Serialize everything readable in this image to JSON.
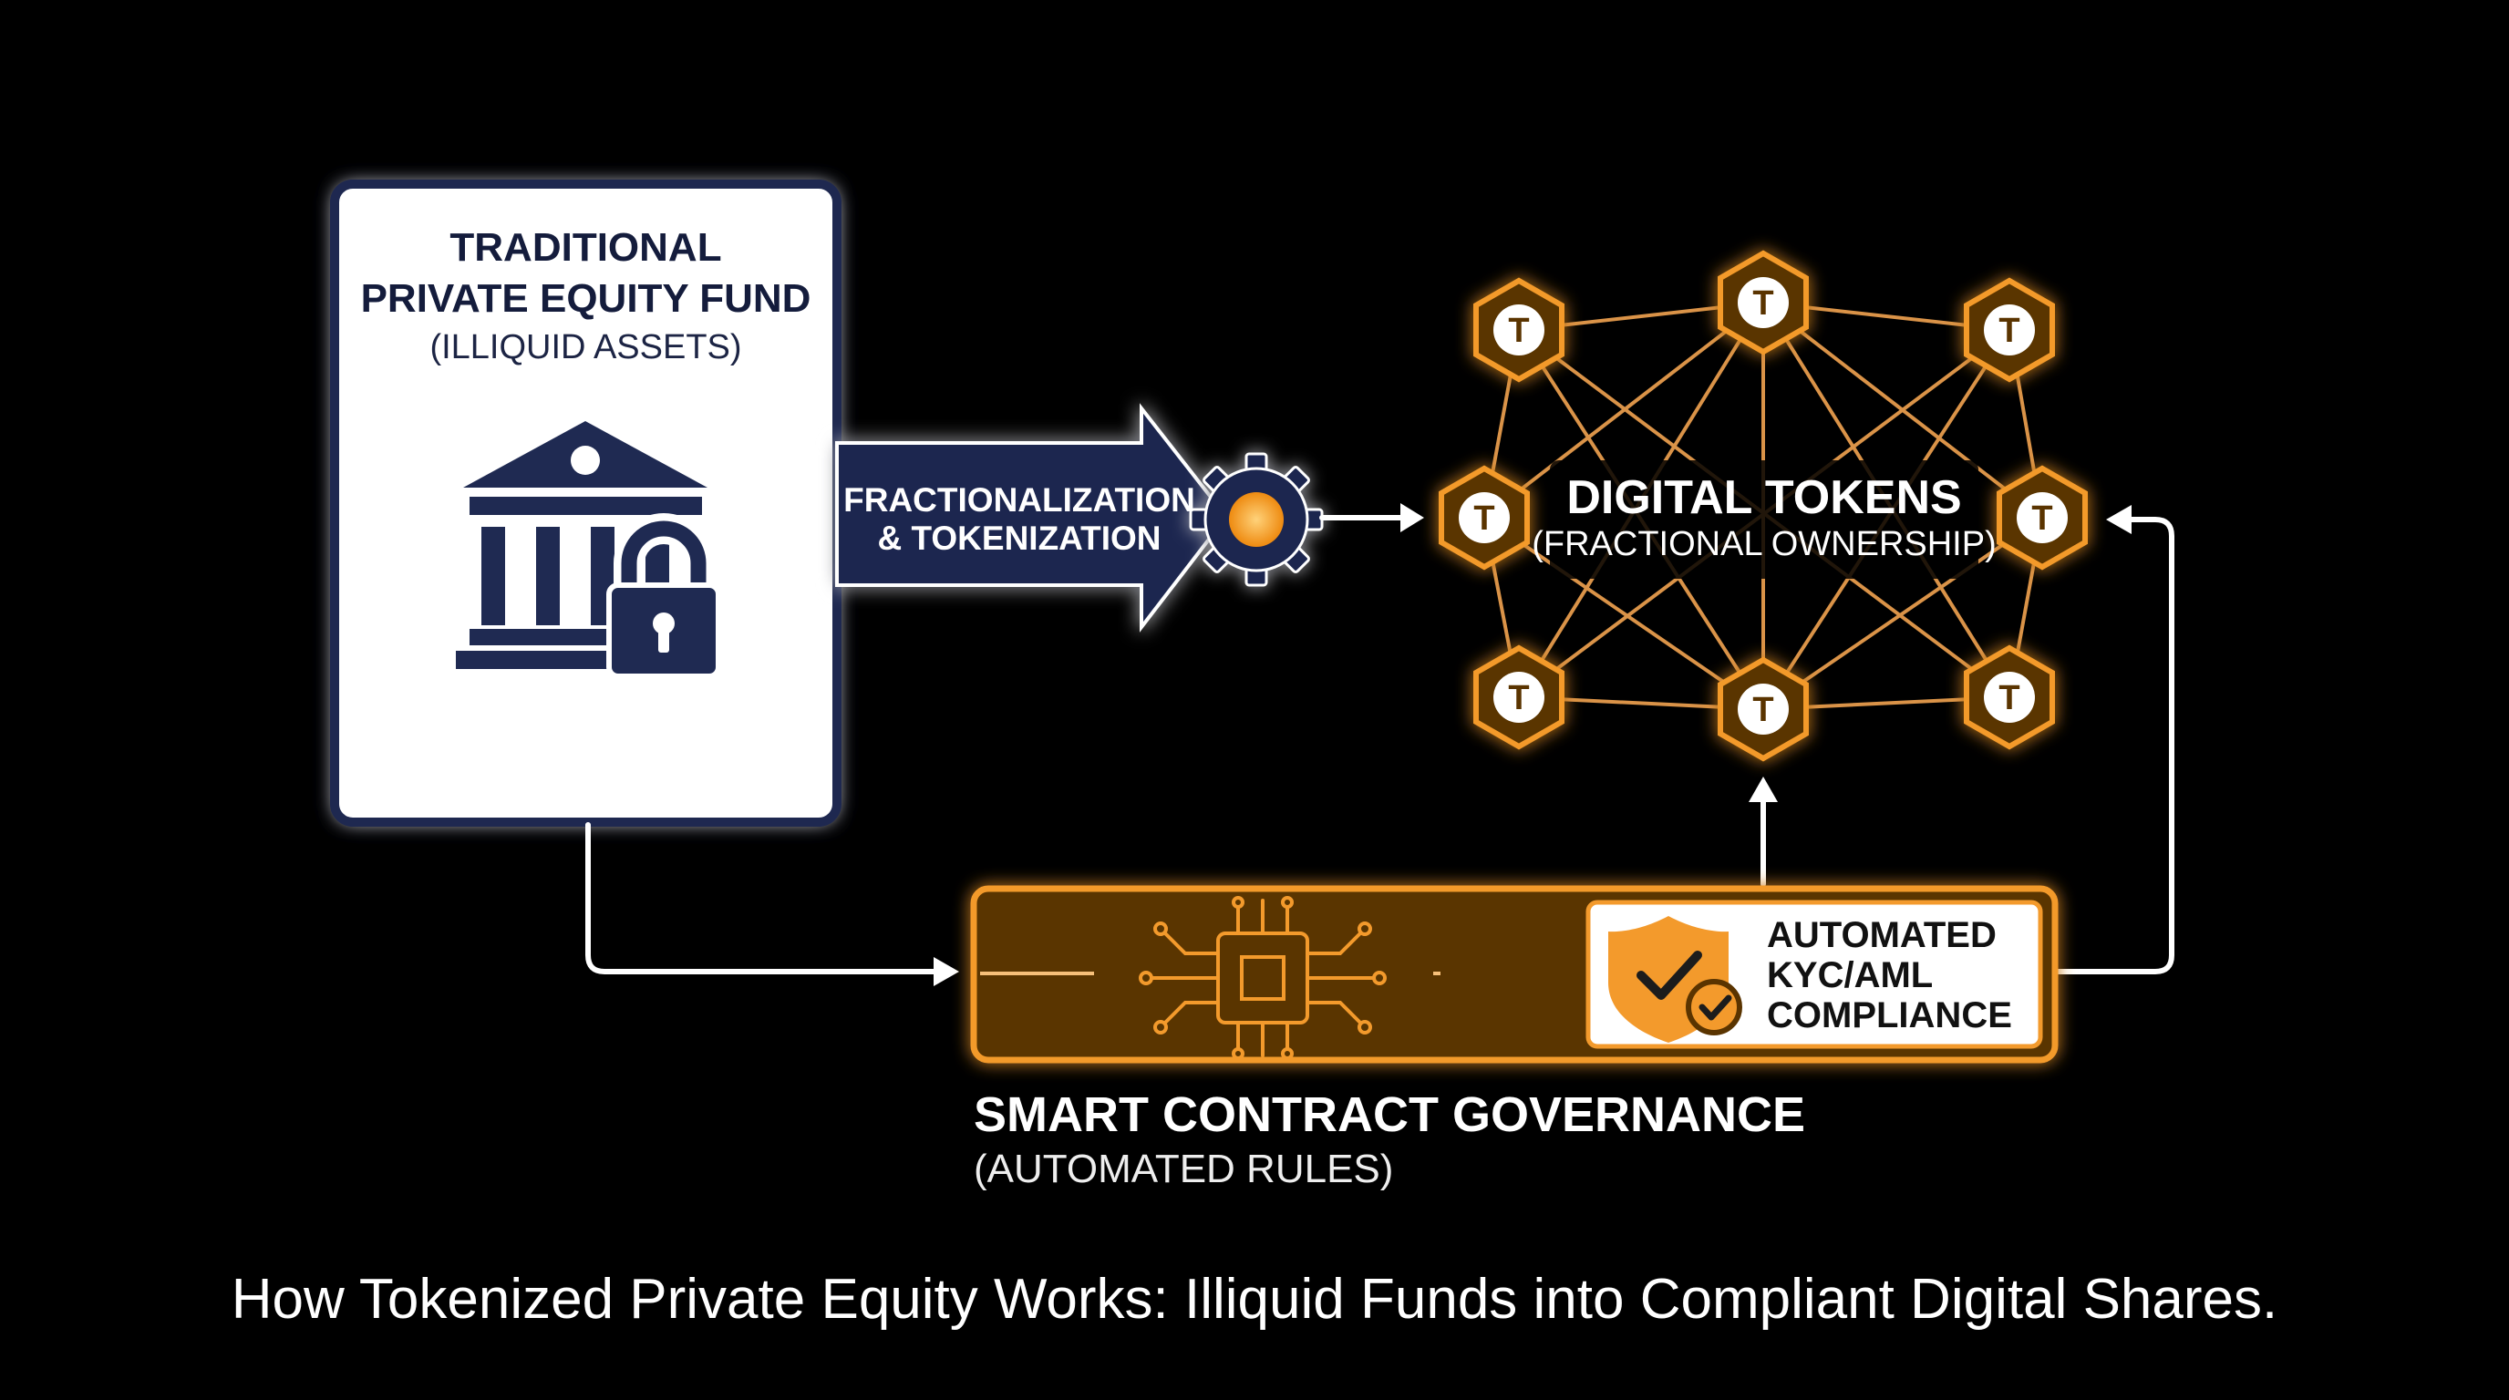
{
  "fund": {
    "title_line1": "TRADITIONAL",
    "title_line2": "PRIVATE EQUITY FUND",
    "subtitle": "(ILLIQUID ASSETS)"
  },
  "process": {
    "line1": "FRACTIONALIZATION",
    "line2": "& TOKENIZATION"
  },
  "tokens": {
    "title": "DIGITAL TOKENS",
    "subtitle": "(FRACTIONAL OWNERSHIP)",
    "token_glyph": "T"
  },
  "compliance": {
    "line1": "AUTOMATED",
    "line2": "KYC/AML",
    "line3": "COMPLIANCE"
  },
  "governance": {
    "title": "SMART CONTRACT GOVERNANCE",
    "subtitle": "(AUTOMATED RULES)"
  },
  "caption": "How Tokenized Private Equity Works: Illiquid Funds into Compliant Digital Shares.",
  "icons": [
    "bank-icon",
    "lock-icon",
    "gear-icon",
    "token-icon",
    "chip-icon",
    "shield-check-icon"
  ],
  "colors": {
    "background": "#000000",
    "navy": "#1e2850",
    "orange": "#f39a2c",
    "orange_dark": "#5a3400",
    "white": "#ffffff"
  }
}
